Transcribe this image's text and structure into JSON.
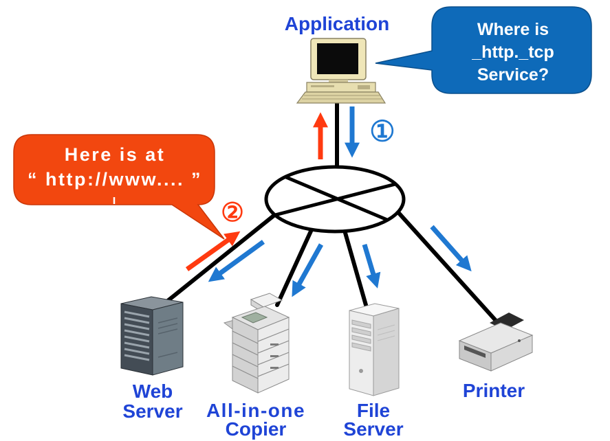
{
  "application": {
    "label": "Application",
    "icon": "computer-icon"
  },
  "query_bubble": {
    "lines": [
      "Where is",
      "_http._tcp",
      "Service?"
    ]
  },
  "reply_bubble": {
    "lines": [
      "Here is at",
      "“ http://www.... ”"
    ]
  },
  "steps": {
    "query": "①",
    "reply": "②"
  },
  "hub": {
    "icon": "network-hub-icon"
  },
  "devices": {
    "web_server": {
      "lines": [
        "Web",
        "Server"
      ],
      "icon": "web-server-icon"
    },
    "copier": {
      "lines": [
        "All-in-one",
        "Copier"
      ],
      "icon": "copier-icon"
    },
    "file_server": {
      "lines": [
        "File",
        "Server"
      ],
      "icon": "file-server-icon"
    },
    "printer": {
      "lines": [
        "Printer"
      ],
      "icon": "printer-icon"
    }
  },
  "colors": {
    "label_blue": "#1f44d6",
    "query_bubble": "#0e6ab9",
    "reply_bubble": "#f2470f",
    "arrow_red": "#ff3a10",
    "arrow_blue": "#1f78d1"
  }
}
